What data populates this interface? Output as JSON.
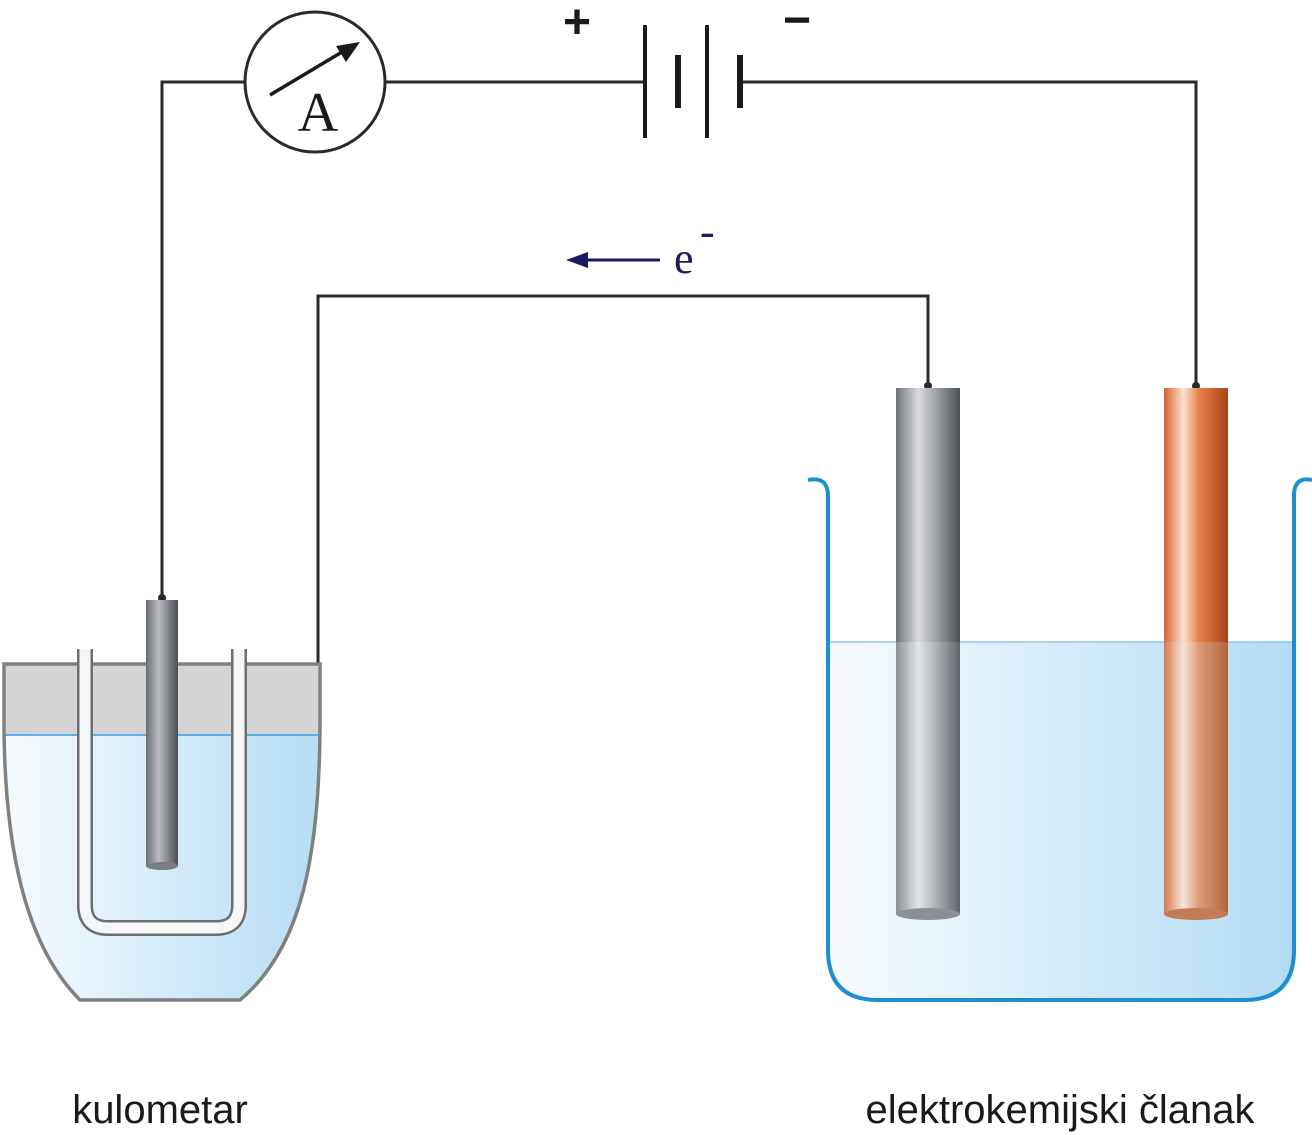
{
  "circuit": {
    "ammeter_symbol": "A",
    "battery_positive": "+",
    "battery_negative": "−",
    "electron_symbol": "e",
    "electron_charge": "-"
  },
  "labels": {
    "coulometer": "kulometar",
    "electrochemical_cell": "elektrokemijski članak"
  },
  "colors": {
    "wire": "#2a2a2a",
    "electron_arrow": "#1a1a5e",
    "beaker_outline": "#1b8fd0",
    "electrolyte": "#bfe0f5",
    "coulometer_outline": "#808080",
    "grey_electrode": "#7a7d82",
    "copper_electrode": "#d2693a"
  }
}
